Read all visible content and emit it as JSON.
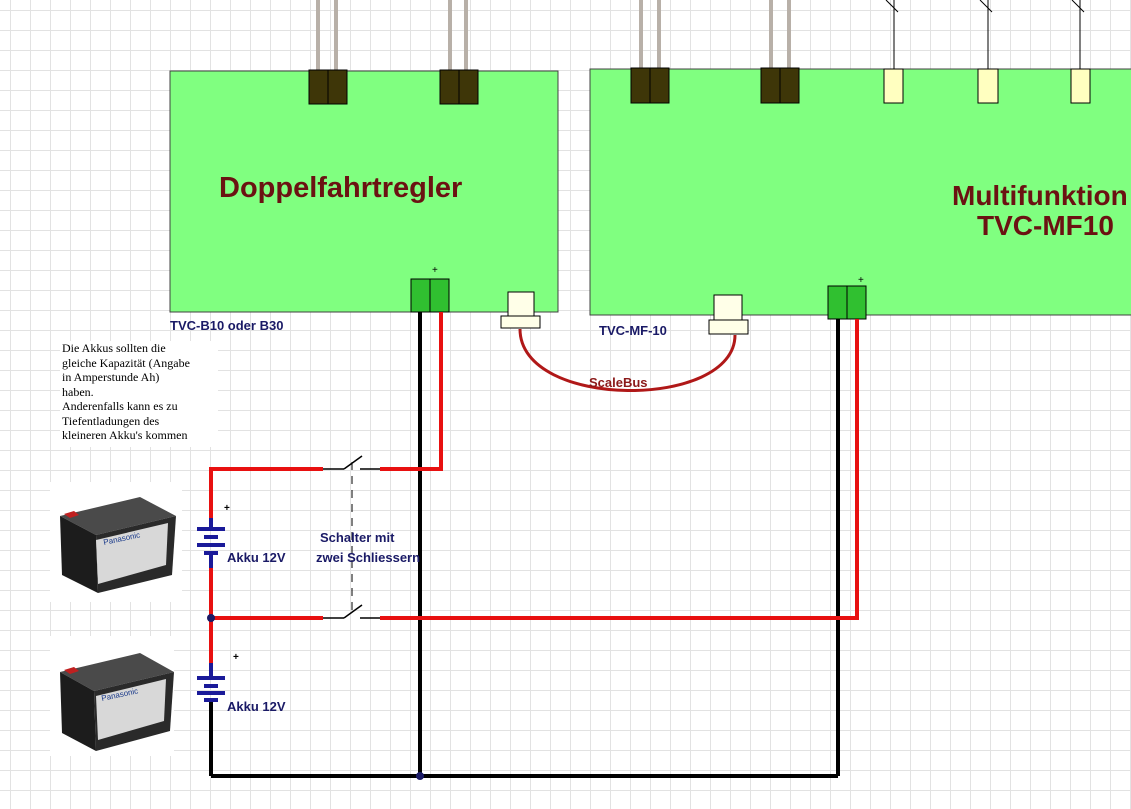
{
  "boards": {
    "left_title": "Doppelfahrtregler",
    "left_sub": "TVC-B10 oder B30",
    "right_title_1": "Multifunktion",
    "right_title_2": "TVC-MF10",
    "right_sub": "TVC-MF-10"
  },
  "labels": {
    "scalebus": "ScaleBus",
    "switch_line1": "Schalter mit",
    "switch_line2": "zwei Schliessern",
    "akku_top": "Akku 12V",
    "akku_bottom": "Akku 12V",
    "plus": "+"
  },
  "note": "Die Akkus sollten die\ngleiche Kapazität (Angabe\nin Amperstunde Ah)\nhaben.\nAnderenfalls kann es zu\nTiefentladungen des\nkleineren Akku's kommen",
  "battery_brand": "Panasonic",
  "colors": {
    "board_green": "#80ff80",
    "wire_red": "#e81010",
    "wire_black": "#000000",
    "bus_red": "#b01818",
    "terminal_dark": "#3e3608",
    "terminal_green": "#30c030",
    "title_red": "#6b1212",
    "label_blue": "#1a1a66"
  }
}
